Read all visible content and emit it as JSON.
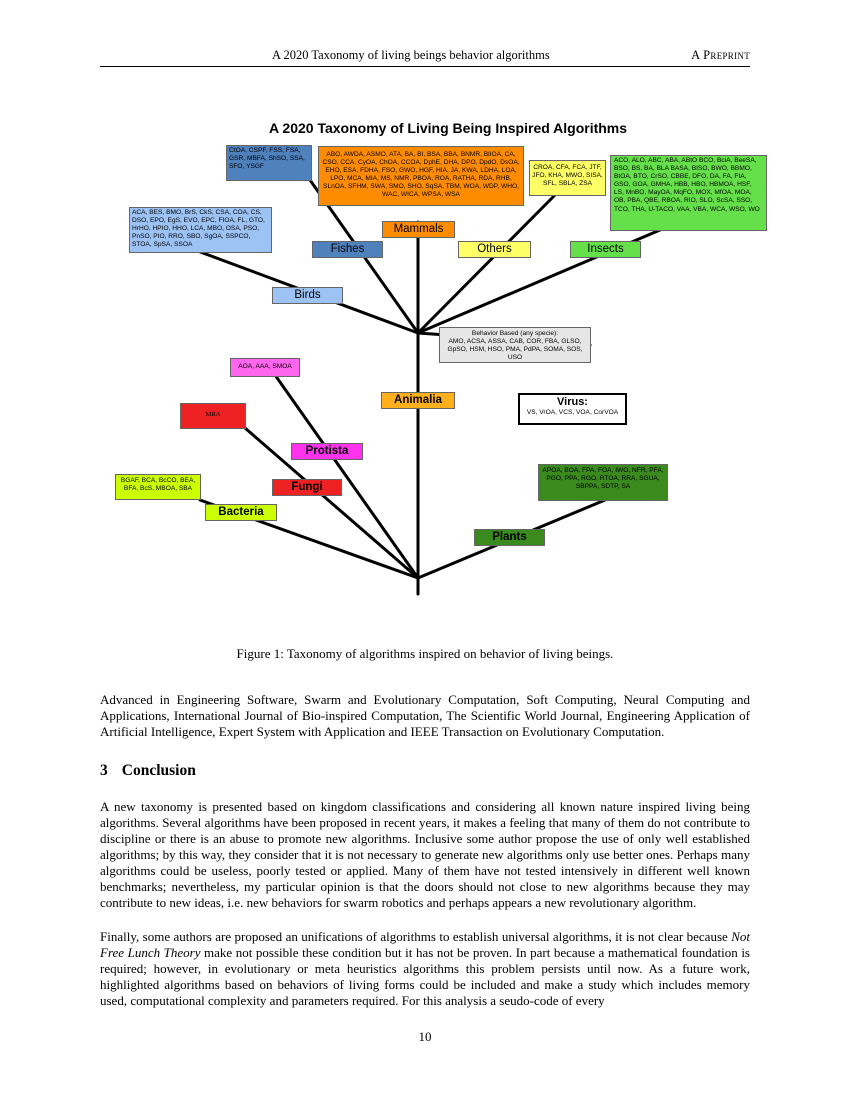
{
  "header": {
    "title": "A 2020 Taxonomy of living beings behavior algorithms",
    "preprint": "A Preprint"
  },
  "figure": {
    "title": "A 2020 Taxonomy of Living Being Inspired Algorithms",
    "groups": {
      "fishes_algos": "CtOA, CSPF, FSS, FSA, GSR, MBFA, ShSO, SSA, SFO, YSGF",
      "mammals_algos": "ABO, AWDA, ASMO, ATA, BA, BI, BSA, BBA, BNMR, BlIOA, CA, CSO, CCA, CyOA, ChOA, CCOA, DphE, DHA, DPO, DpdO, DsOA, EHO, ESA, FDHA, FSO, GWO, HGF, HIA, JA, KWA, LDHA, LOA, LPO, MCA, MIA, MS, NMR, PBOA, ROA, RATHA, RDA, RHB, SLnOA, SFHM, SWA, SMO, SHO, SqSA, TBM, WOA, WDP, WHO, WAC, WICA, WPSA, WSA",
      "others_algos": "CROA, CFA, FCA, JTF, JFO, KHA, MWO, SISA, SFL, SBLA, ZSA",
      "insects_algos": "ACO, ALO, ABC, ABA, ABtO BCO, BciA, BeeSA, BSO, BS, BA, BLA BASA, BISO, BWO, BBMO, BtOA, BTO, CrSO, CBBE, DFO, DA, FA, FtA, GSO, GOA, GMHA, HBB, HBO, HBMOA, HSF, LS, MnBO, MayOA, MqFO, MOX, MfOA, MOA, OB, PBA, QBE, RBOA, RIO, SLO, ScSA, SSO, TCO, THA, U-TACO, VAA, VBA, WCA, WSO, WO",
      "birds_algos": "ACA, BES, BMO, BrS, CkS, CSA, COA, CS, DSO, EPO, EgS, EVO, EPC, FIOA, FL, GTO, HrHO, HPIO, HHO, LCA, MBO, OSA, PSO, PnSO, PIO, RRO, SBO, SgOA, SSPCO, STOA, SpSA, SSOA",
      "behavior_title": "Behavior Based (any specie):",
      "behavior_algos": "AMO, ACSA, ASSA, CAB, COR, FBA, GLSO, GpSO, HSM, HSO, PMA, PdPA, SOMA, SOS, USO",
      "protista_algos": "AOA, AAA, SMOA",
      "fungi_algos": "MRA",
      "virus_title": "Virus:",
      "virus_algos": "VS, VrOA, VCS, VOA, CorVOA",
      "bacteria_algos": "BGAF, BCA, BcCO, BEA, BFA, BcS, MBOA, SBA",
      "plants_algos": "APOA, BOA, FPA, FOA, IWO, NFR, PFA, PGO, PPA, RGO, RTOA, RRA, SGUA, SBPPA, SDTP, SA"
    },
    "labels": {
      "mammals": "Mammals",
      "fishes": "Fishes",
      "others": "Others",
      "insects": "Insects",
      "birds": "Birds",
      "animalia": "Animalia",
      "protista": "Protista",
      "fungi": "Fungi",
      "bacteria": "Bacteria",
      "plants": "Plants"
    },
    "colors": {
      "fishes": "#4f81bd",
      "mammals": "#ff8c00",
      "others": "#ffff66",
      "insects": "#66e04a",
      "birds": "#9dc3f5",
      "protista_label": "#ff33ee",
      "protista_box": "#ff66ee",
      "fungi": "#ee2222",
      "bacteria": "#ccff00",
      "plants": "#3a8a1e",
      "animalia": "#ffb01a",
      "behavior": "#e6e6e6"
    },
    "caption": "Figure 1: Taxonomy of algorithms inspired on behavior of living beings."
  },
  "body": {
    "para1": "Advanced in Engineering Software, Swarm and Evolutionary Computation, Soft Computing, Neural Computing and Applications, International Journal of Bio-inspired Computation, The Scientific World Journal, Engineering Application of Artificial Intelligence, Expert System with Application and IEEE Transaction on Evolutionary Computation.",
    "section_number": "3",
    "section_title": "Conclusion",
    "para2": "A new taxonomy is presented based on kingdom classifications and considering all known nature inspired living being algorithms. Several algorithms have been proposed in recent years, it makes a feeling that many of them do not contribute to discipline or there is an abuse to promote new algorithms. Inclusive some author propose the use of only well established algorithms; by this way, they consider that it is not necessary to generate new algorithms only use better ones. Perhaps many algorithms could be useless, poorly tested or applied. Many of them have not tested intensively in different well known benchmarks; nevertheless, my particular opinion is that the doors should not close to new algorithms because they may contribute to new ideas, i.e. new behaviors for swarm robotics and perhaps appears a new revolutionary algorithm.",
    "para3_a": "Finally, some authors are proposed an unifications of algorithms to establish universal algorithms, it is not clear because ",
    "para3_em": "Not Free Lunch Theory",
    "para3_b": " make not possible these condition but it has not be proven. In part because a mathematical foundation is required; however, in evolutionary or meta heuristics algorithms this problem persists until now. As a future work, highlighted algorithms based on behaviors of living forms could be included and make a study which includes memory used, computational complexity and parameters required. For this analysis a seudo-code of every"
  },
  "page_number": "10"
}
